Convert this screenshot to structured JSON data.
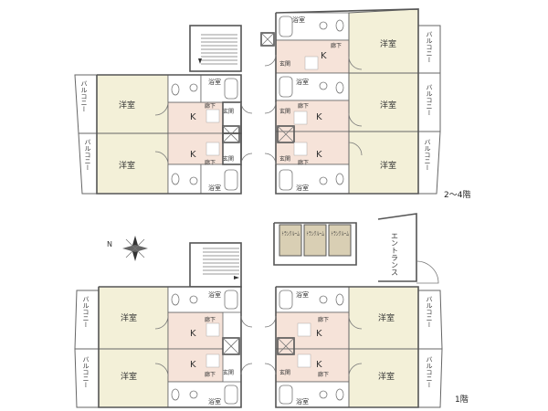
{
  "labels": {
    "western_room": "洋室",
    "balcony": "バルコニー",
    "bath": "浴室",
    "corridor": "廊下",
    "entrance": "玄関",
    "kitchen": "K",
    "trunk_room": "トランクルーム",
    "building_entrance": "エントランス"
  },
  "floors": {
    "upper": "2～4階",
    "ground": "1階"
  },
  "compass": "N",
  "colors": {
    "room": "#f3f0d8",
    "hall": "#f6e3d9",
    "trunk": "#d9cfb4",
    "wall": "#555555"
  },
  "icons": [
    "compass-icon",
    "stair-icon",
    "toilet-icon",
    "bathtub-icon",
    "sink-icon",
    "door-swing-icon"
  ]
}
